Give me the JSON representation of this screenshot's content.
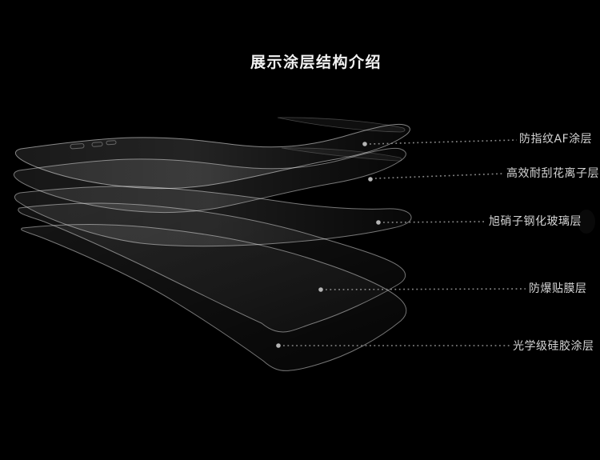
{
  "page": {
    "title": "展示涂层结构介绍",
    "background_color": "#000000",
    "title_color": "#f2f2f2",
    "label_color": "#d4d4d4",
    "line_color": "#8a8a8a"
  },
  "diagram": {
    "layers": [
      {
        "label": "防指纹AF涂层"
      },
      {
        "label": "高效耐刮花离子层"
      },
      {
        "label": "旭硝子钢化玻璃层"
      },
      {
        "label": "防爆贴膜层"
      },
      {
        "label": "光学级硅胶涂层"
      }
    ]
  }
}
